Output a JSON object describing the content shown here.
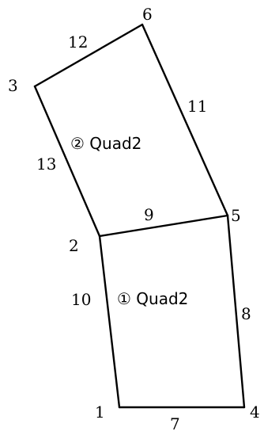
{
  "nodes": [
    {
      "id": "1",
      "label": "1"
    },
    {
      "id": "2",
      "label": "2"
    },
    {
      "id": "3",
      "label": "3"
    },
    {
      "id": "4",
      "label": "4"
    },
    {
      "id": "5",
      "label": "5"
    },
    {
      "id": "6",
      "label": "6"
    }
  ],
  "edges": [
    {
      "id": "7",
      "label": "7",
      "from": "1",
      "to": "4"
    },
    {
      "id": "8",
      "label": "8",
      "from": "4",
      "to": "5"
    },
    {
      "id": "9",
      "label": "9",
      "from": "2",
      "to": "5"
    },
    {
      "id": "10",
      "label": "10",
      "from": "1",
      "to": "2"
    },
    {
      "id": "11",
      "label": "11",
      "from": "5",
      "to": "6"
    },
    {
      "id": "12",
      "label": "12",
      "from": "3",
      "to": "6"
    },
    {
      "id": "13",
      "label": "13",
      "from": "2",
      "to": "3"
    }
  ],
  "elements": [
    {
      "id": "1",
      "label": "① Quad2",
      "nodes": [
        "1",
        "4",
        "5",
        "2"
      ]
    },
    {
      "id": "2",
      "label": "② Quad2",
      "nodes": [
        "2",
        "5",
        "6",
        "3"
      ]
    }
  ],
  "colors": {
    "line": "#000000",
    "background": "#ffffff"
  }
}
